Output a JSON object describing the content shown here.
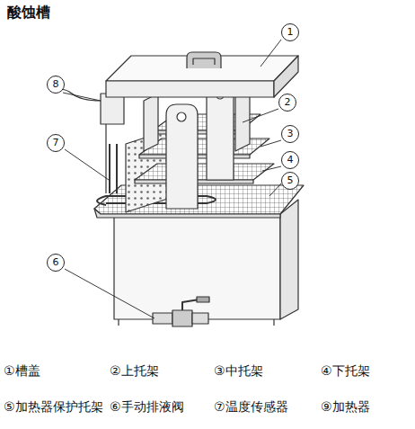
{
  "diagram": {
    "title": "酸蚀槽",
    "labels": [
      "1",
      "2",
      "3",
      "4",
      "5",
      "6",
      "7",
      "8",
      "①槽盖",
      "②上托架",
      "③中托架",
      "④下托架",
      "⑤加热器保护托架",
      "⑥手动排液阀",
      "⑦温度传感器",
      "⑨加热器"
    ]
  }
}
